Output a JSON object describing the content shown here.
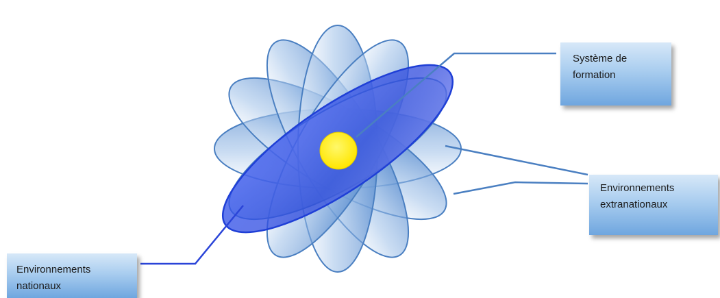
{
  "labels": {
    "systeme": {
      "line1": "Système de",
      "line2": "formation"
    },
    "extranationaux": {
      "line1": "Environnements",
      "line2": "extranationaux"
    },
    "nationaux": {
      "line1": "Environnements",
      "line2": "nationaux"
    }
  },
  "colors": {
    "petal_fill": "#8db3e2",
    "petal_stroke": "#4a7fc1",
    "highlight_fill": "#4466ee",
    "highlight_stroke": "#1f3fd6",
    "core_fill": "#ffee00",
    "connector": "#4a7fc1",
    "connector_national": "#2a44d8"
  }
}
